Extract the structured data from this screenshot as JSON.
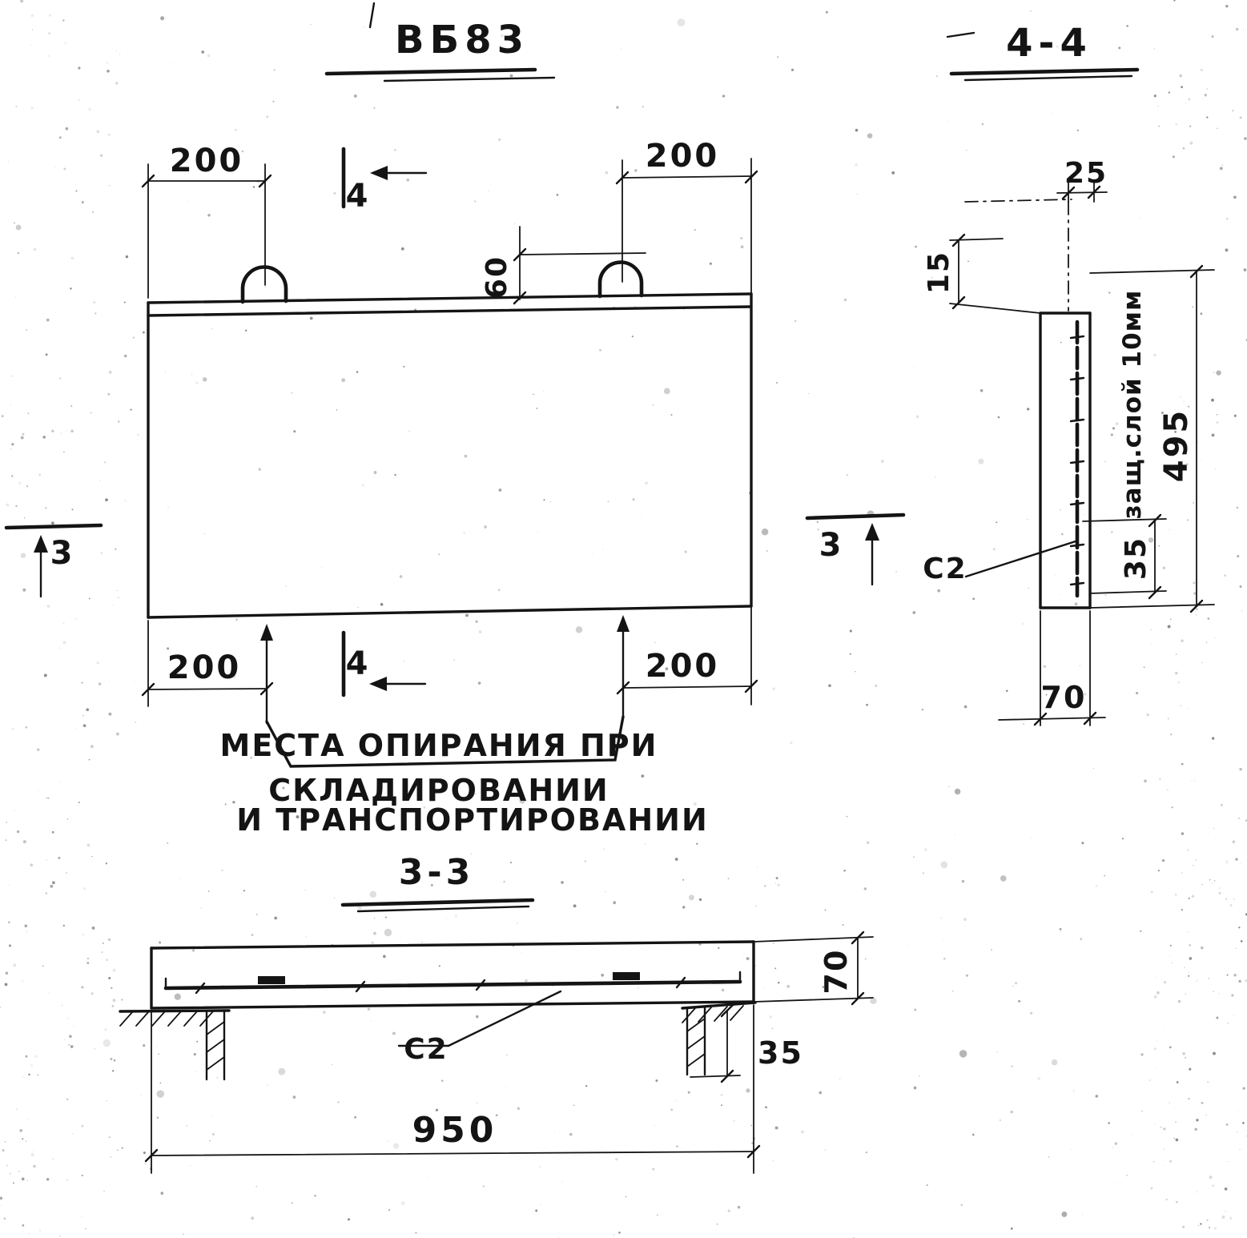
{
  "page": {
    "background": "#ffffff",
    "ink": "#141414"
  },
  "main_view": {
    "title": "ВБ83",
    "dims": {
      "top_left": "200",
      "top_right": "200",
      "loop_height": "60",
      "bottom_left": "200",
      "bottom_right": "200"
    },
    "section_cut_4_top": "4",
    "section_cut_4_bottom": "4",
    "section_cut_3_left": "3",
    "section_cut_3_right": "3",
    "support_note": {
      "line1": "МЕСТА ОПИРАНИЯ ПРИ",
      "line2": "СКЛАДИРОВАНИИ",
      "line3": "И ТРАНСПОРТИРОВАНИИ"
    }
  },
  "section_4_4": {
    "title": "4-4",
    "dims": {
      "top_offset": "25",
      "edge_offset": "15",
      "height": "495",
      "mesh_offset": "35",
      "thickness": "70"
    },
    "cover_note": "защ.слой 10мм",
    "mesh_label": "С2"
  },
  "section_3_3": {
    "title": "3-3",
    "dims": {
      "thickness": "70",
      "support_depth": "35",
      "length": "950"
    },
    "mesh_label": "С2"
  }
}
